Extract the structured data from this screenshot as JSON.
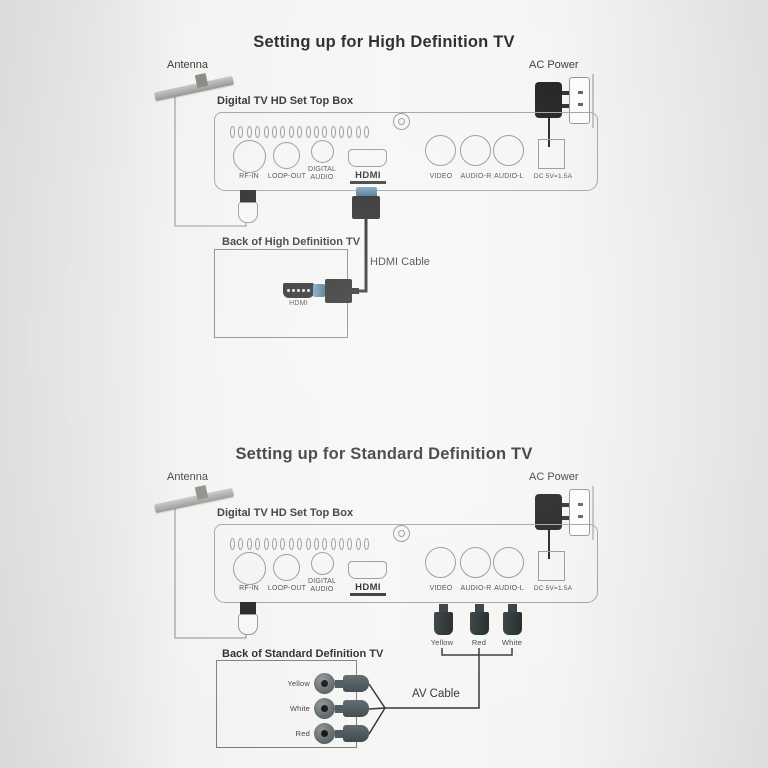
{
  "hd_section": {
    "title": "Setting up for High Definition TV",
    "antenna_label": "Antenna",
    "ac_power_label": "AC Power",
    "stb_label": "Digital TV HD Set Top Box",
    "tv_label": "Back of High Definition TV",
    "cable_label": "HDMI Cable",
    "tv_port_label": "HDMI"
  },
  "sd_section": {
    "title": "Setting up for Standard Definition TV",
    "antenna_label": "Antenna",
    "ac_power_label": "AC Power",
    "stb_label": "Digital TV HD Set Top Box",
    "tv_label": "Back of Standard Definition TV",
    "cable_label": "AV Cable",
    "av_plug_labels": {
      "video": "Yellow",
      "audio_r": "Red",
      "audio_l": "White"
    },
    "tv_jack_labels": {
      "top": "Yellow",
      "middle": "White",
      "bottom": "Red"
    }
  },
  "stb_panel": {
    "rf_in": "RF-IN",
    "loop_out": "LOOP-OUT",
    "digital_audio_line1": "DIGITAL",
    "digital_audio_line2": "AUDIO",
    "hdmi_logo": "HDMI",
    "video": "VIDEO",
    "audio_r": "AUDIO-R",
    "audio_l": "AUDIO-L",
    "dc_power": "DC 5V=1.5A"
  },
  "colors": {
    "hdmi_connector_blue": "#4e7f9e",
    "cable_black": "#1a1a1a",
    "rca_tv_plug_gray": "#47525a",
    "diagram_line_gray": "#9b9b99"
  }
}
